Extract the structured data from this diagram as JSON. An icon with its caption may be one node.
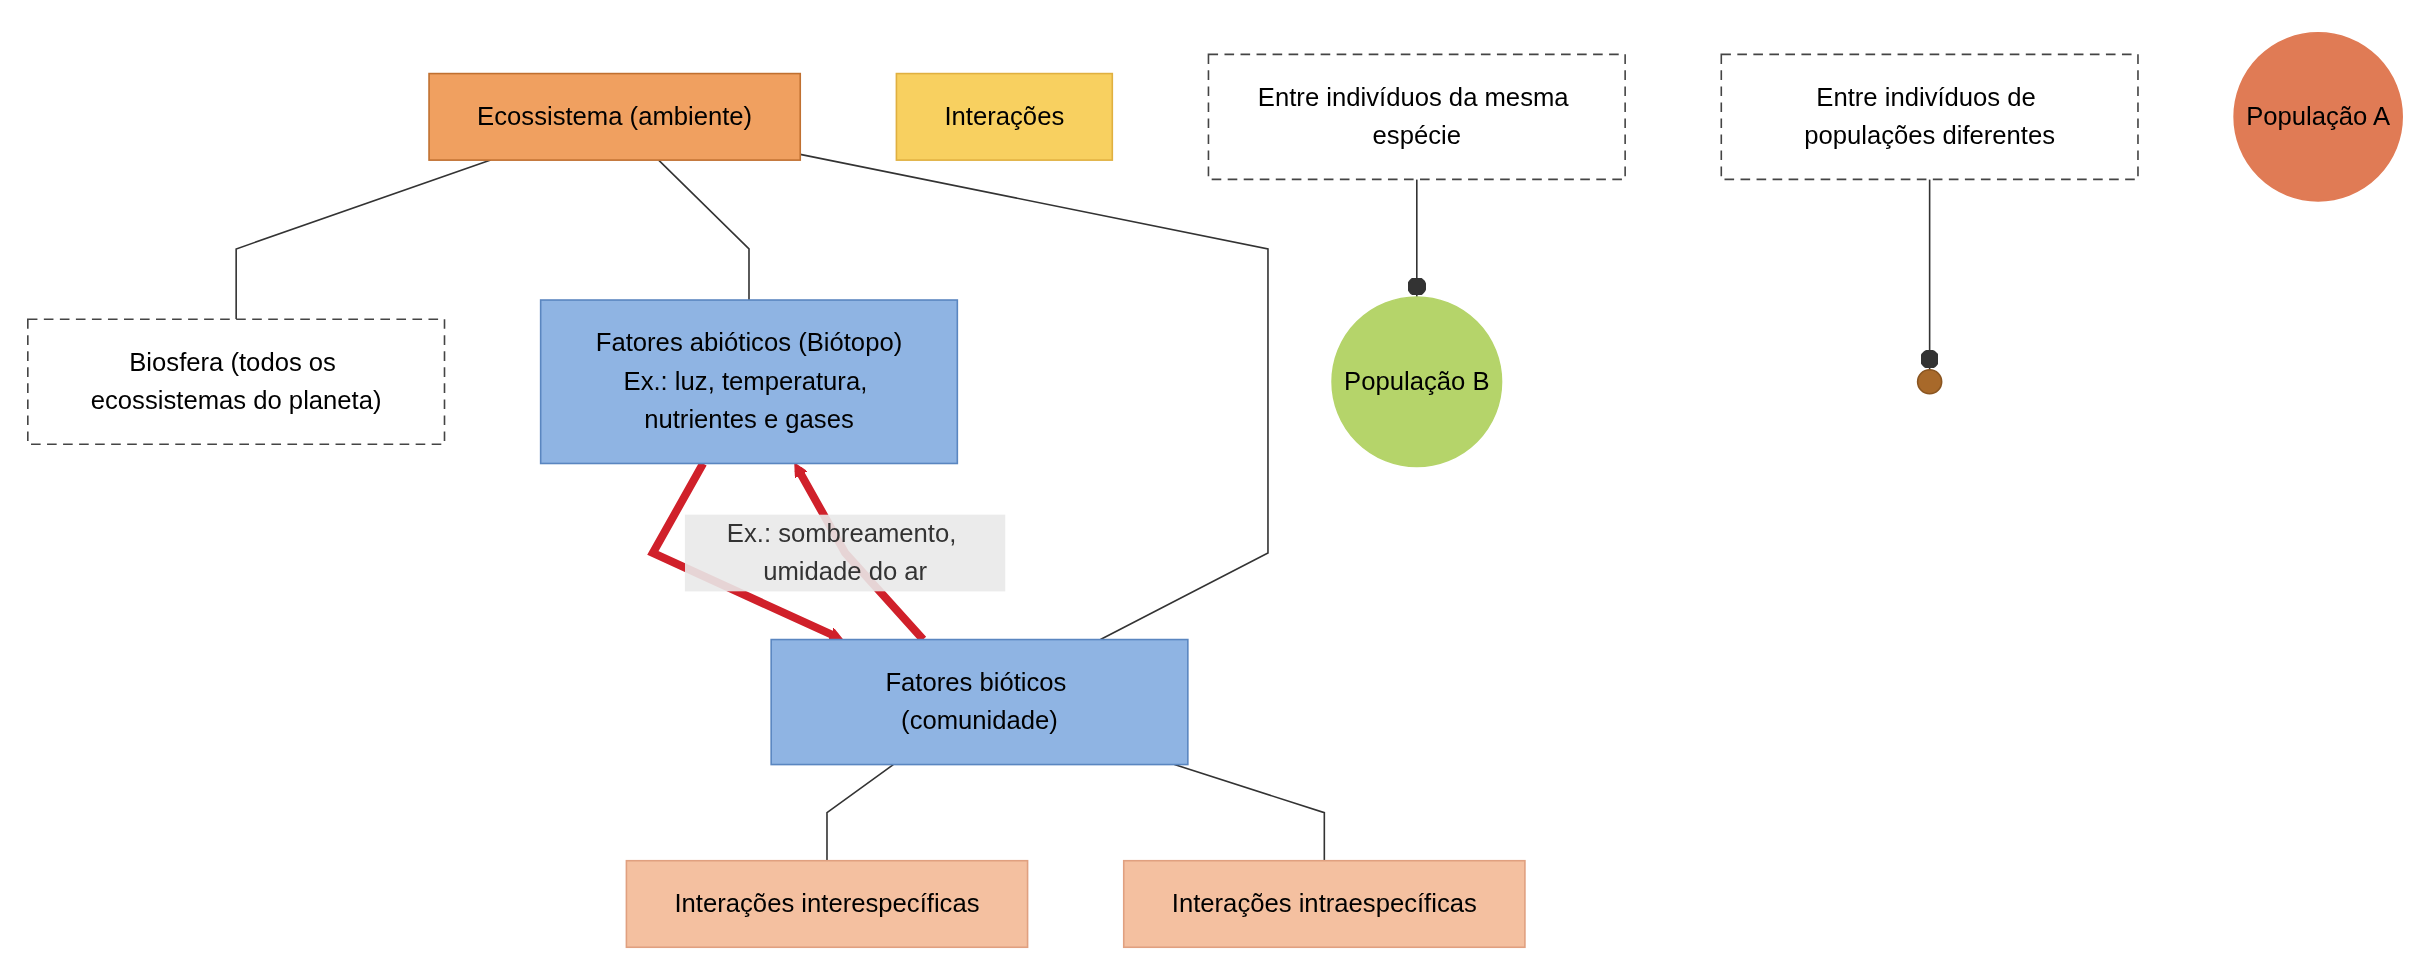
{
  "diagram": {
    "nodes": [
      {
        "text": [
          "Ecossistema (ambiente)"
        ]
      },
      {
        "text": [
          "Biosfera (todos os ecossistemas do planeta)"
        ]
      },
      {
        "text": [
          "Interações"
        ]
      },
      {
        "text": [
          "Fatores abióticos (Biótopo)",
          "Ex.: luz, temperatura, nutrientes e gases"
        ]
      },
      {
        "text": [
          "Fatores bióticos (comunidade)"
        ]
      },
      {
        "text": [
          "Interações interespecíficas"
        ]
      },
      {
        "text": [
          "Interações intraespecíficas"
        ]
      },
      {
        "text": [
          "Entre indivíduos de populações diferentes"
        ]
      },
      {
        "text": [
          "Entre indivíduos da mesma espécie"
        ]
      },
      {
        "text": [
          "População A"
        ]
      },
      {
        "text": [
          "População B"
        ]
      },
      {
        "text": [],
        "shape": "circle"
      }
    ],
    "edges": [
      {
        "from": 0,
        "to": 1,
        "arrow": "none"
      },
      {
        "from": 0,
        "to": 3,
        "arrow": "none"
      },
      {
        "from": 0,
        "to": 4,
        "arrow": "none"
      },
      {
        "from": 3,
        "to": 4,
        "arrow": "to",
        "style": "thick",
        "color": "#d0202a"
      },
      {
        "from": 4,
        "to": 3,
        "arrow": "to",
        "style": "thick",
        "color": "#d0202a",
        "label": "Ex.: sombreamento, umidade do ar"
      },
      {
        "from": 4,
        "to": 5,
        "arrow": "none"
      },
      {
        "from": 4,
        "to": 6,
        "arrow": "none"
      },
      {
        "from": 7,
        "to": 11,
        "arrow": "other"
      },
      {
        "from": 8,
        "to": 10,
        "arrow": "other"
      }
    ]
  }
}
